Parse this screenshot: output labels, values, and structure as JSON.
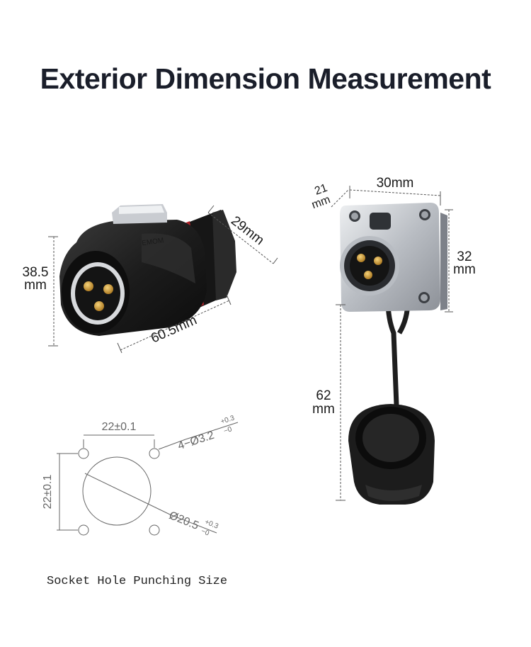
{
  "title": "Exterior Dimension Measurement",
  "plug": {
    "height_value": "38.5",
    "height_unit": "mm",
    "depth_label": "29mm",
    "length_label": "60.5mm",
    "brand_mark": "EMOM"
  },
  "socket": {
    "depth_value": "21",
    "depth_unit": "mm",
    "width_label": "30mm",
    "height_value": "32",
    "height_unit": "mm",
    "cable_value": "62",
    "cable_unit": "mm"
  },
  "panel_cutout": {
    "hole_spacing_x": "22±0.1",
    "hole_spacing_y": "22±0.1",
    "mount_hole_label": "4−Ø3.2",
    "mount_tol_plus": "+0.3",
    "mount_tol_minus": "−0",
    "center_hole_label": "Ø20.5",
    "center_tol_plus": "+0.3",
    "center_tol_minus": "−0"
  },
  "caption": "Socket Hole Punching Size",
  "colors": {
    "title": "#1a1e2a",
    "connector_body": "#1c1c1c",
    "metal_flange": "#c9ccd1",
    "brass_pin": "#d4a035",
    "accent_red": "#b3242b"
  }
}
